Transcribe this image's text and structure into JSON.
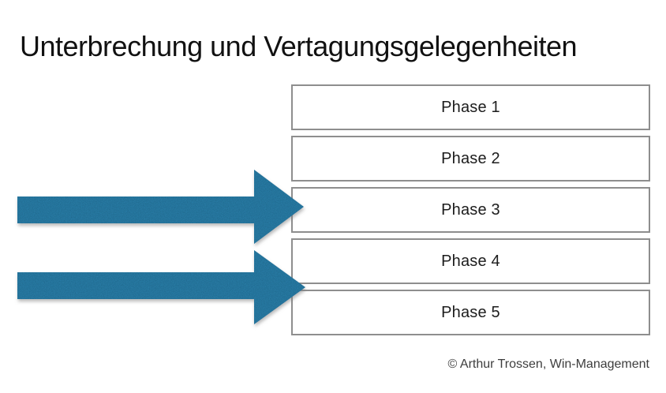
{
  "slide": {
    "title": "Unterbrechung und Vertagungsgelegenheiten",
    "footer": "© Arthur Trossen, Win-Management"
  },
  "phases": [
    {
      "label": "Phase 1"
    },
    {
      "label": "Phase 2"
    },
    {
      "label": "Phase 3"
    },
    {
      "label": "Phase 4"
    },
    {
      "label": "Phase 5"
    }
  ],
  "arrows": [
    {
      "name": "upper-right-arrow",
      "points_to": "Phase 3"
    },
    {
      "name": "lower-right-arrow",
      "points_to": "between Phase 4 and Phase 5"
    }
  ],
  "colors": {
    "arrow_fill": "#2b7ea8",
    "box_border": "#8e8e8e",
    "title_text": "#111111",
    "phase_text": "#1c1c1c",
    "footer_text": "#3d3d3d",
    "background": "#ffffff"
  }
}
